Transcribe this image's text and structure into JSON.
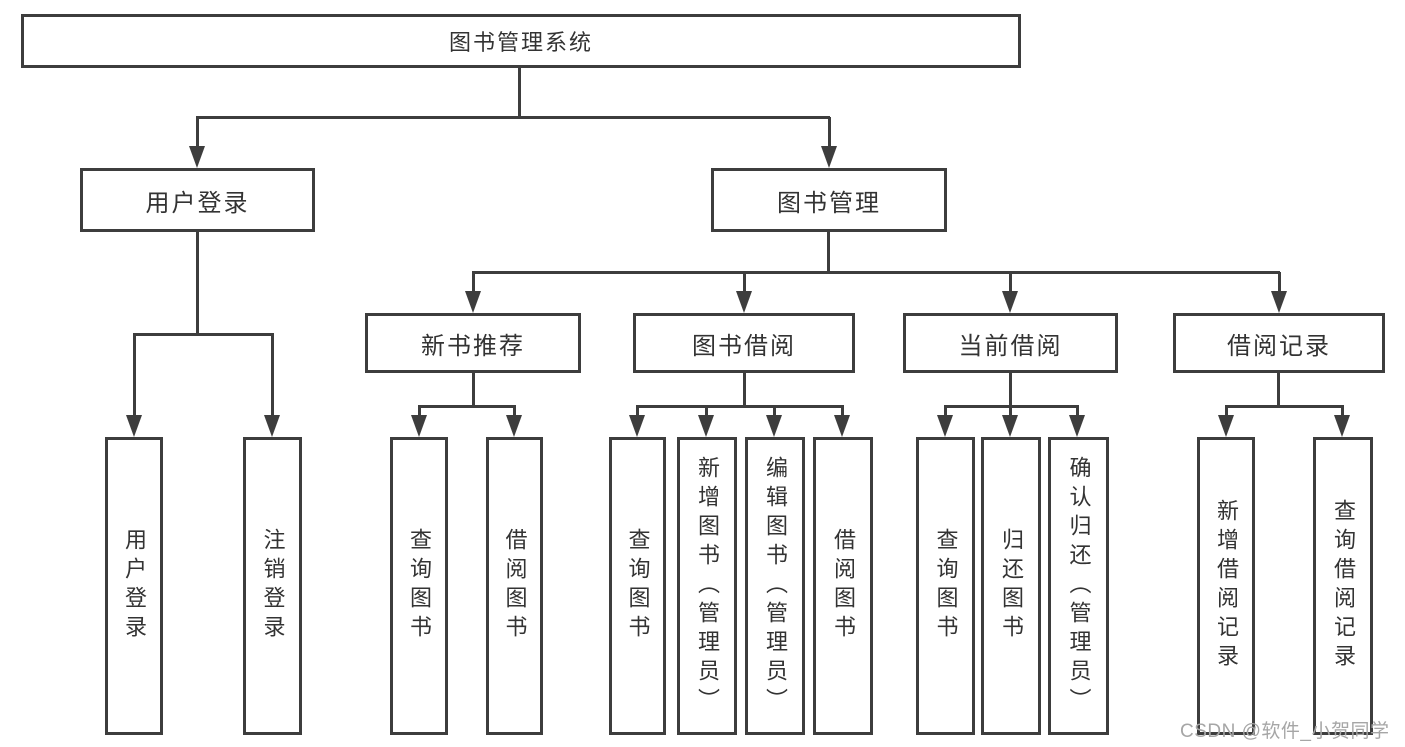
{
  "diagram": {
    "type": "tree-flowchart",
    "title": "图书管理系统",
    "colors": {
      "line": "#3d3d3d",
      "border": "#3d3d3d",
      "text": "#333333",
      "background": "#ffffff",
      "watermark": "#a6a6a6"
    },
    "watermark": "CSDN @软件_小贺同学",
    "tree": {
      "label": "图书管理系统",
      "children": [
        {
          "label": "用户登录",
          "children": [
            {
              "label": "用户登录"
            },
            {
              "label": "注销登录"
            }
          ]
        },
        {
          "label": "图书管理",
          "children": [
            {
              "label": "新书推荐",
              "children": [
                {
                  "label": "查询图书"
                },
                {
                  "label": "借阅图书"
                }
              ]
            },
            {
              "label": "图书借阅",
              "children": [
                {
                  "label": "查询图书"
                },
                {
                  "label": "新增图书（管理员）"
                },
                {
                  "label": "编辑图书（管理员）"
                },
                {
                  "label": "借阅图书"
                }
              ]
            },
            {
              "label": "当前借阅",
              "children": [
                {
                  "label": "查询图书"
                },
                {
                  "label": "归还图书"
                },
                {
                  "label": "确认归还（管理员）"
                }
              ]
            },
            {
              "label": "借阅记录",
              "children": [
                {
                  "label": "新增借阅记录"
                },
                {
                  "label": "查询借阅记录"
                }
              ]
            }
          ]
        }
      ]
    }
  }
}
